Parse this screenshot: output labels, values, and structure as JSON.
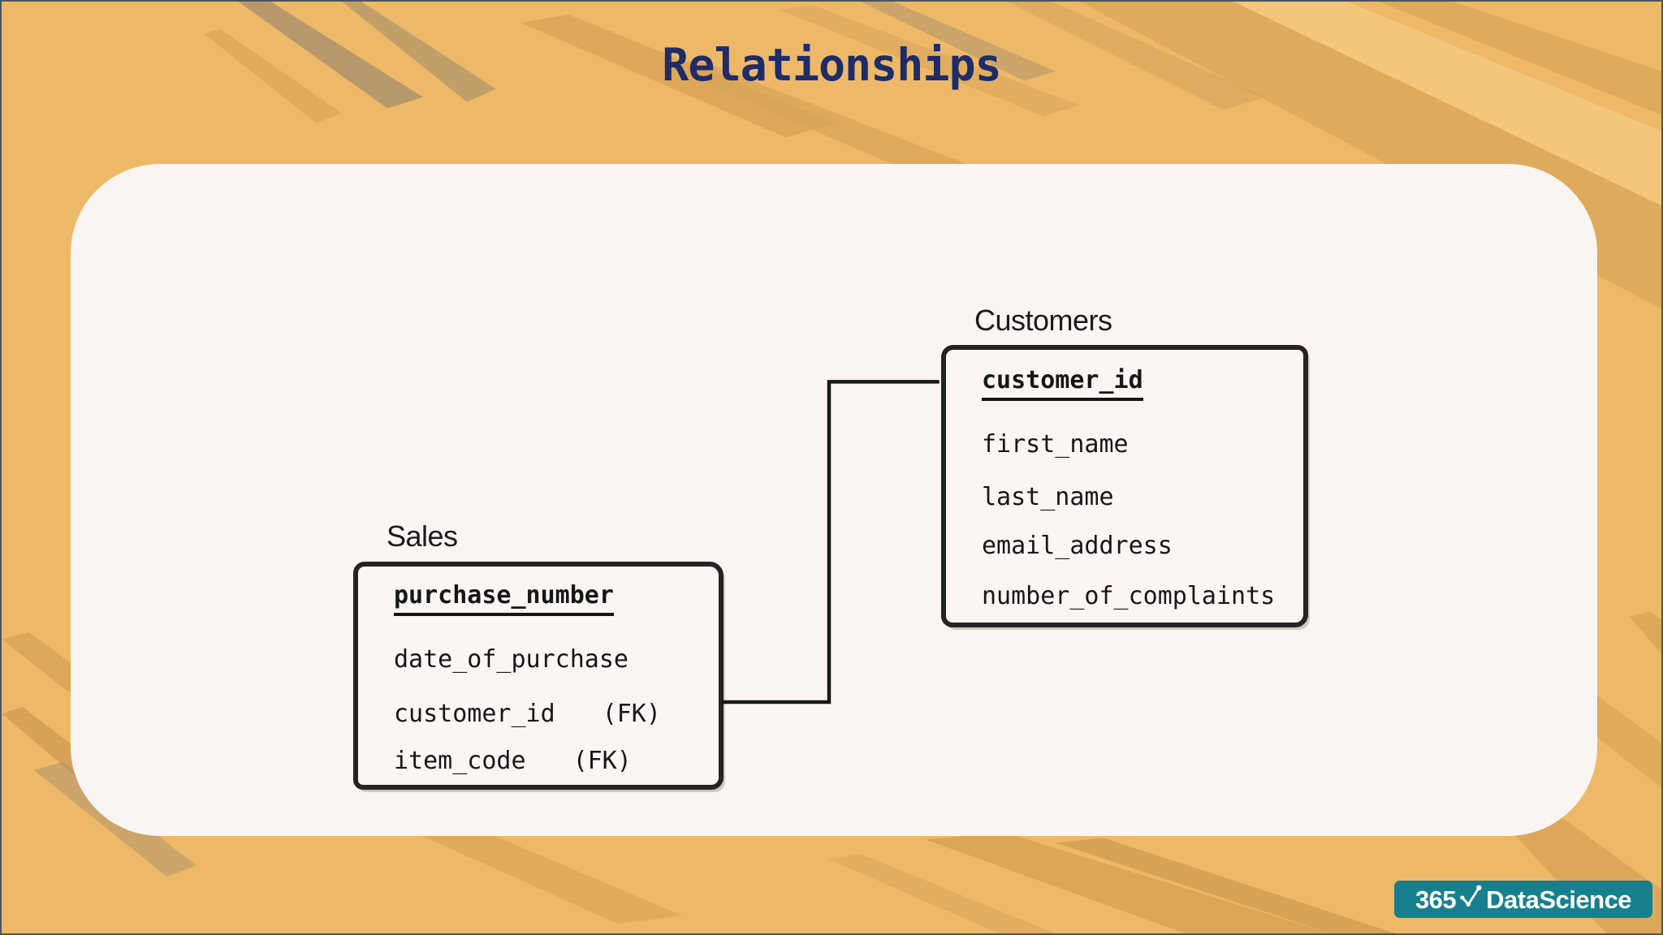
{
  "slide": {
    "title": "Relationships"
  },
  "erd": {
    "sales": {
      "name": "Sales",
      "primary_key": "purchase_number",
      "fields": [
        {
          "name": "date_of_purchase",
          "annotation": ""
        },
        {
          "name": "customer_id",
          "annotation": "(FK)"
        },
        {
          "name": "item_code",
          "annotation": "(FK)"
        }
      ]
    },
    "customers": {
      "name": "Customers",
      "primary_key": "customer_id",
      "fields": [
        {
          "name": "first_name",
          "annotation": ""
        },
        {
          "name": "last_name",
          "annotation": ""
        },
        {
          "name": "email_address",
          "annotation": ""
        },
        {
          "name": "number_of_complaints",
          "annotation": ""
        }
      ]
    },
    "relationship": {
      "from_table": "Sales",
      "from_field": "customer_id",
      "to_table": "Customers",
      "to_field": "customer_id"
    }
  },
  "logo": {
    "number": "365",
    "name": "DataScience"
  },
  "colors": {
    "background": "#edb968",
    "title": "#1e2c6a",
    "card": "#faf5f2",
    "line": "#191919",
    "logo_bg": "#17808f",
    "logo_text": "#ffffff"
  }
}
